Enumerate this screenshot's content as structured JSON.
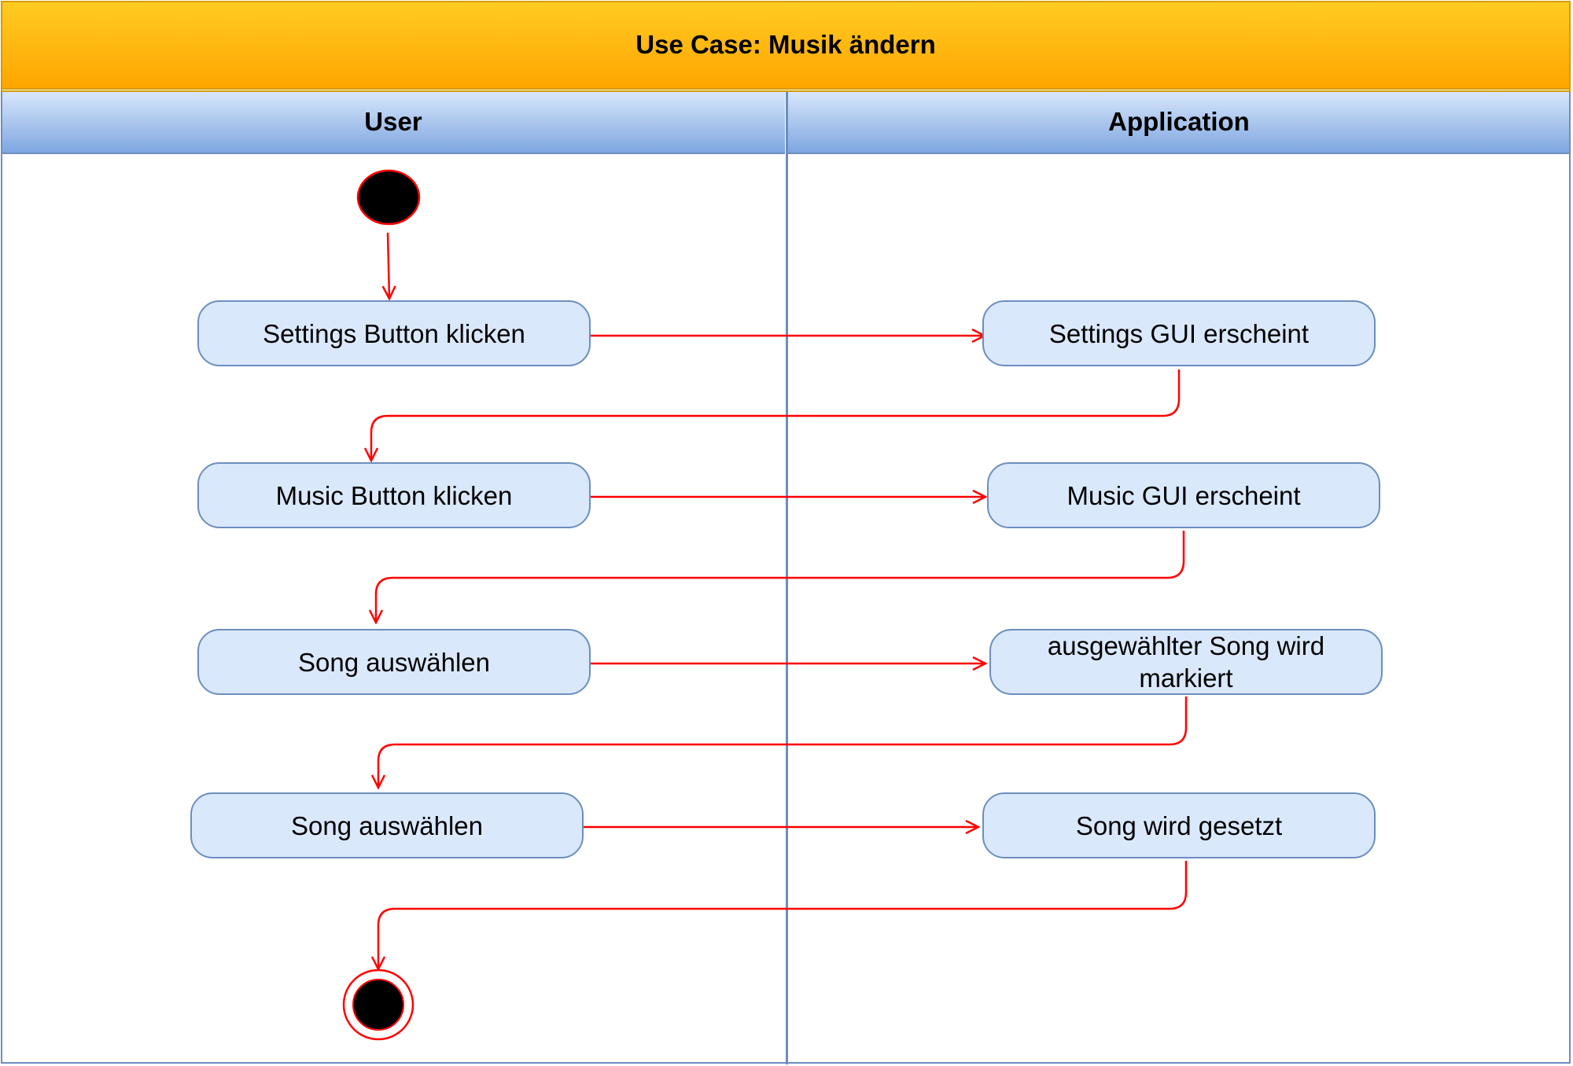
{
  "diagram": {
    "title": "Use Case: Musik ändern",
    "lanes": [
      {
        "id": "user",
        "label": "User"
      },
      {
        "id": "application",
        "label": "Application"
      }
    ],
    "nodes": {
      "user_1": "Settings Button klicken",
      "user_2": "Music Button klicken",
      "user_3": "Song auswählen",
      "user_4": "Song auswählen",
      "app_1": "Settings GUI erscheint",
      "app_2": "Music GUI erscheint",
      "app_3": "ausgewählter Song wird markiert",
      "app_4": "Song wird gesetzt"
    },
    "edges": [
      {
        "from": "start",
        "to": "user_1"
      },
      {
        "from": "user_1",
        "to": "app_1"
      },
      {
        "from": "app_1",
        "to": "user_2"
      },
      {
        "from": "user_2",
        "to": "app_2"
      },
      {
        "from": "app_2",
        "to": "user_3"
      },
      {
        "from": "user_3",
        "to": "app_3"
      },
      {
        "from": "app_3",
        "to": "user_4"
      },
      {
        "from": "user_4",
        "to": "app_4"
      },
      {
        "from": "app_4",
        "to": "end"
      }
    ],
    "colors": {
      "title_fill": "#ffb30f",
      "title_stroke": "#d79b00",
      "lane_fill": "#dae8fc",
      "lane_stroke": "#6c8ebf",
      "node_fill": "#dae8fc",
      "node_stroke": "#6c8ebf",
      "edge": "#ff0000",
      "terminal_fill": "#000000"
    }
  }
}
